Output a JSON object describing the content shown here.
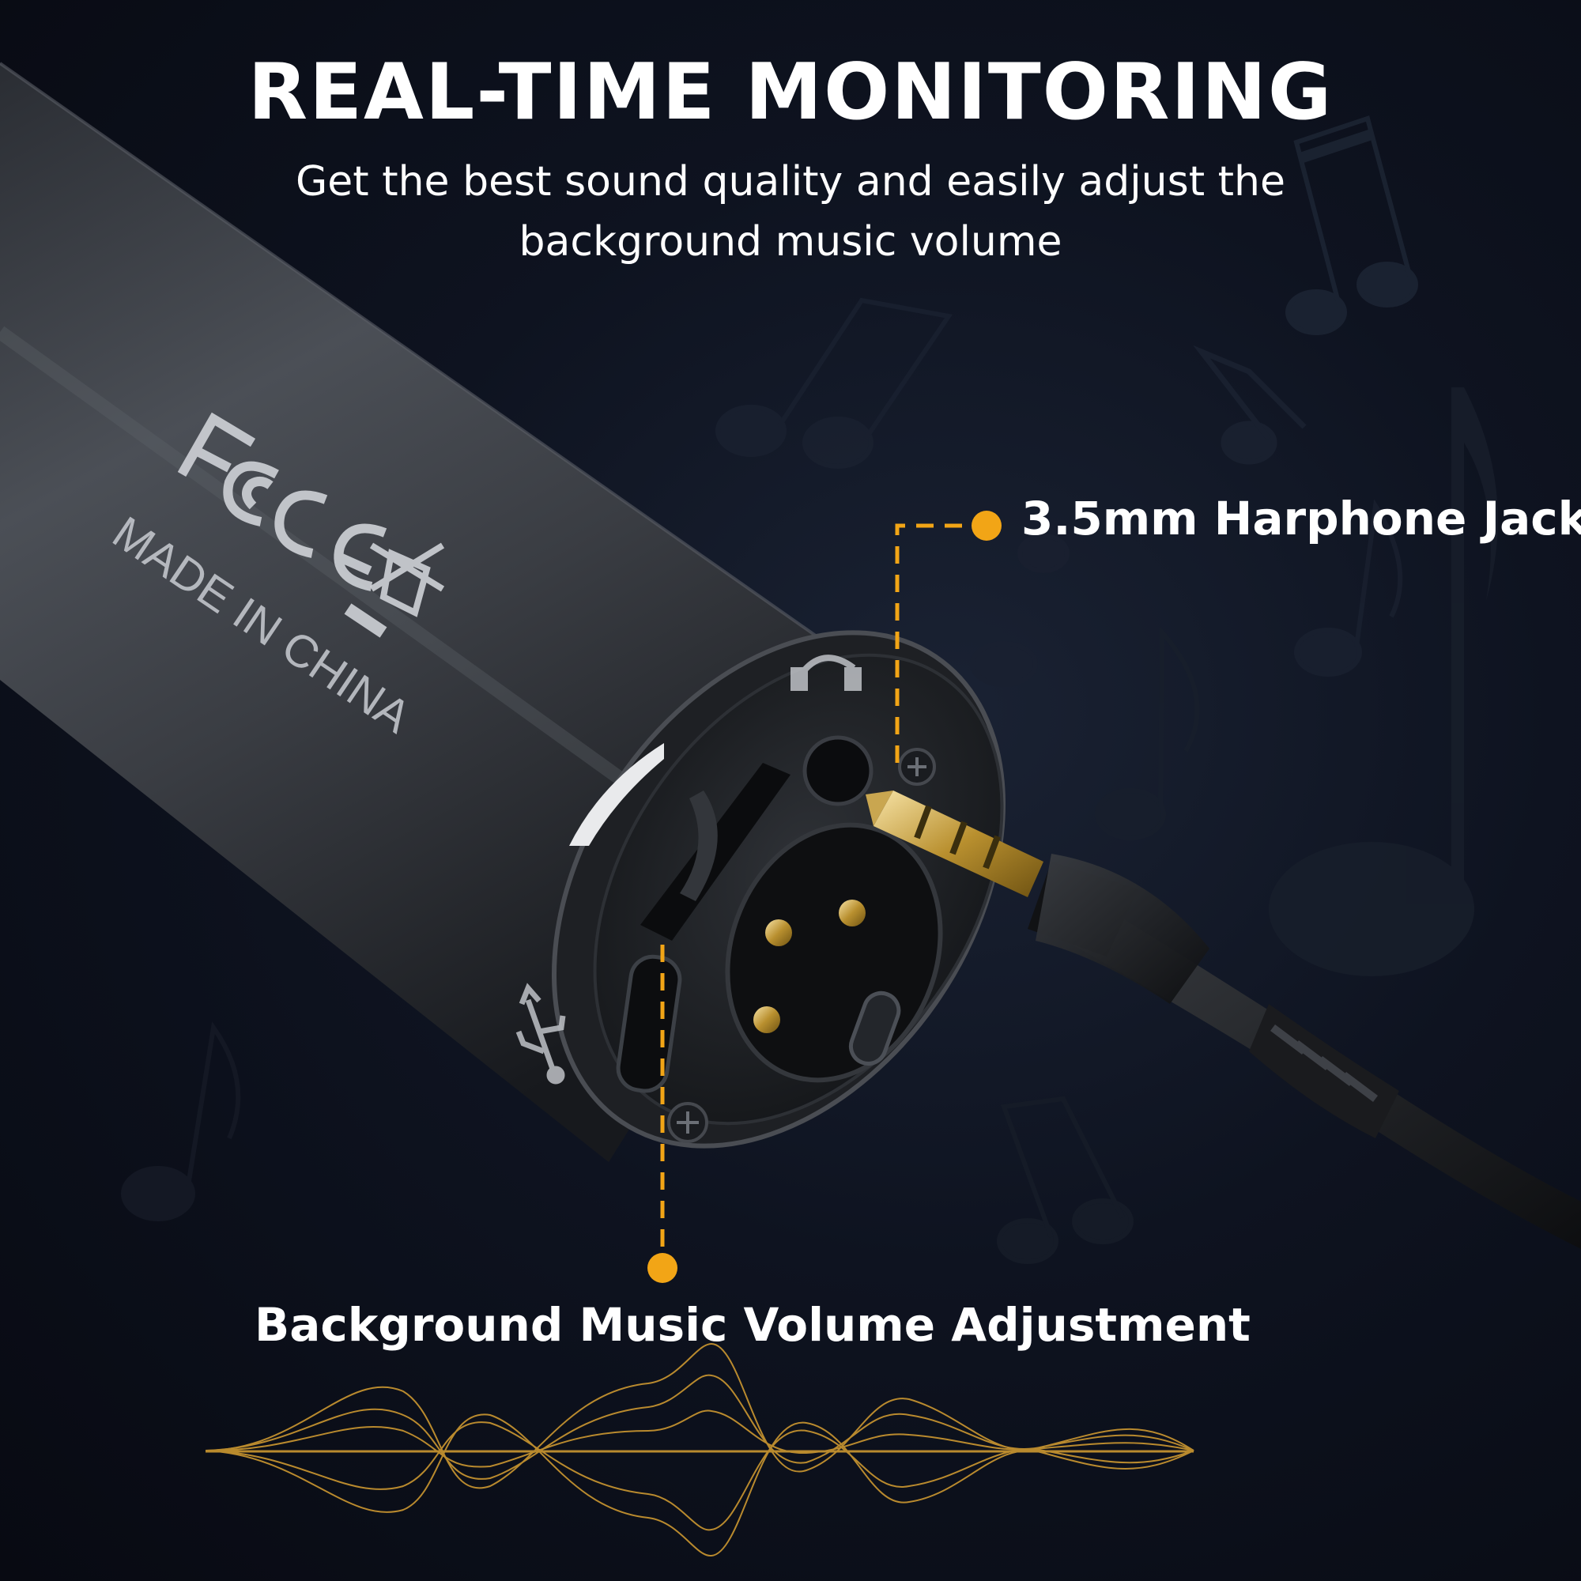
{
  "header": {
    "title": "REAL-TIME MONITORING",
    "subtitle_line1": "Get the best sound quality and easily adjust the",
    "subtitle_line2": "background music volume"
  },
  "callouts": {
    "jack_label": "3.5mm Harphone Jack",
    "volume_label": "Background Music Volume Adjustment"
  },
  "product_markings": {
    "origin_text": "MADE IN CHINA"
  },
  "icons": [
    "fcc-logo-icon",
    "ce-mark-icon",
    "weee-bin-icon",
    "headphone-icon",
    "usb-icon",
    "music-note-icon",
    "sound-wave-icon"
  ],
  "colors": {
    "accent": "#f2a516",
    "background": "#0c0f1a",
    "text": "#ffffff",
    "wave": "#d8a032"
  }
}
